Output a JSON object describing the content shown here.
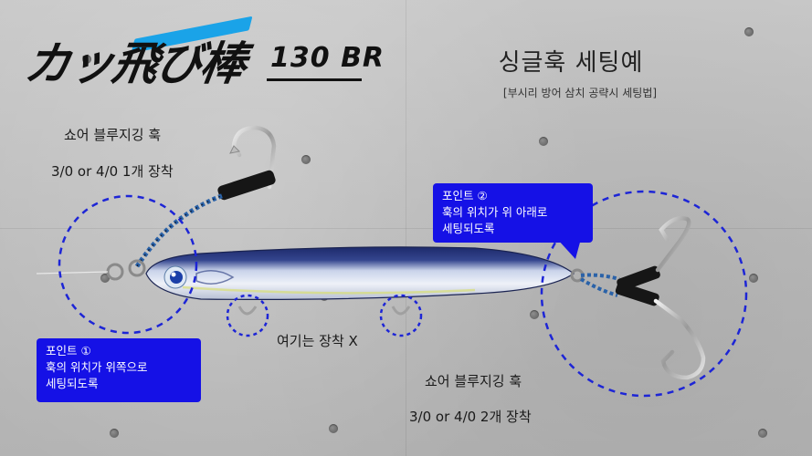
{
  "logo": {
    "name": "カッ飛び棒",
    "model": "130 BR"
  },
  "title": {
    "main": "싱글훅 세팅예",
    "sub": "[부시리 방어 삼치 공략시 세팅법]"
  },
  "front_hook_label": {
    "line1": "쇼어 블루지깅 훅",
    "line2": "3/0 or 4/0 1개 장착"
  },
  "rear_hook_label": {
    "line1": "쇼어 블루지깅 훅",
    "line2": "3/0 or 4/0 2개 장착"
  },
  "middle_label": "여기는 장착 X",
  "point1": {
    "title": "포인트 ①",
    "line1": "훅의 위치가 위쪽으로",
    "line2": "세팅되도록"
  },
  "point2": {
    "title": "포인트 ②",
    "line1": "훅의 위치가 위 아래로",
    "line2": "세팅되도록"
  },
  "colors": {
    "callout": "#1511e6",
    "dashed_circle": "#1d25d6",
    "logo_accent": "#1aa3e8"
  }
}
